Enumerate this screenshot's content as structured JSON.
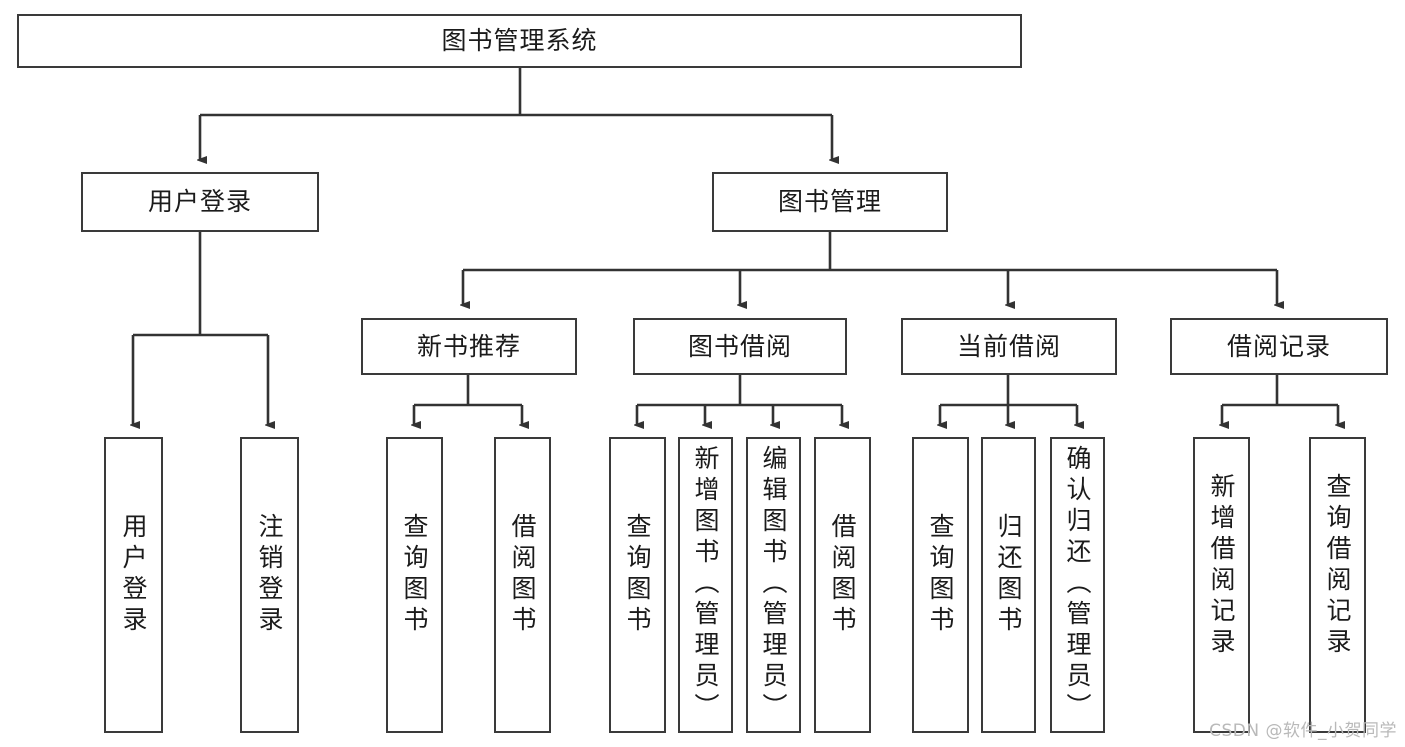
{
  "diagram": {
    "title": "图书管理系统",
    "type": "tree",
    "watermark": "CSDN @软件_小贺同学",
    "colors": {
      "border": "#3a3a3a",
      "background": "#ffffff",
      "text": "#1b1b1b",
      "edge": "#333333",
      "watermark": "#b9b9b9"
    },
    "nodes": {
      "root": {
        "label": "图书管理系统",
        "orientation": "horizontal"
      },
      "l2": [
        {
          "id": "user-login",
          "label": "用户登录",
          "orientation": "horizontal"
        },
        {
          "id": "book-manage",
          "label": "图书管理",
          "orientation": "horizontal"
        }
      ],
      "l3": [
        {
          "id": "new-book-rec",
          "label": "新书推荐",
          "orientation": "horizontal"
        },
        {
          "id": "book-borrow",
          "label": "图书借阅",
          "orientation": "horizontal"
        },
        {
          "id": "current-borrow",
          "label": "当前借阅",
          "orientation": "horizontal"
        },
        {
          "id": "borrow-record",
          "label": "借阅记录",
          "orientation": "horizontal"
        }
      ],
      "leaves": [
        {
          "id": "leaf-user-login",
          "label": "用户登录",
          "orientation": "vertical",
          "parent": "user-login"
        },
        {
          "id": "leaf-user-logout",
          "label": "注销登录",
          "orientation": "vertical",
          "parent": "user-login"
        },
        {
          "id": "leaf-query-book-rec",
          "label": "查询图书",
          "orientation": "vertical",
          "parent": "new-book-rec"
        },
        {
          "id": "leaf-borrow-book-rec",
          "label": "借阅图书",
          "orientation": "vertical",
          "parent": "new-book-rec"
        },
        {
          "id": "leaf-query-book-borrow",
          "label": "查询图书",
          "orientation": "vertical",
          "parent": "book-borrow"
        },
        {
          "id": "leaf-add-book",
          "label": "新增图书（管理员）",
          "orientation": "vertical",
          "parent": "book-borrow"
        },
        {
          "id": "leaf-edit-book",
          "label": "编辑图书（管理员）",
          "orientation": "vertical",
          "parent": "book-borrow"
        },
        {
          "id": "leaf-borrow-book",
          "label": "借阅图书",
          "orientation": "vertical",
          "parent": "book-borrow"
        },
        {
          "id": "leaf-query-book-current",
          "label": "查询图书",
          "orientation": "vertical",
          "parent": "current-borrow"
        },
        {
          "id": "leaf-return-book",
          "label": "归还图书",
          "orientation": "vertical",
          "parent": "current-borrow"
        },
        {
          "id": "leaf-confirm-return",
          "label": "确认归还（管理员）",
          "orientation": "vertical",
          "parent": "current-borrow"
        },
        {
          "id": "leaf-add-record",
          "label": "新增借阅记录",
          "orientation": "vertical",
          "parent": "borrow-record"
        },
        {
          "id": "leaf-query-record",
          "label": "查询借阅记录",
          "orientation": "vertical",
          "parent": "borrow-record"
        }
      ]
    }
  }
}
